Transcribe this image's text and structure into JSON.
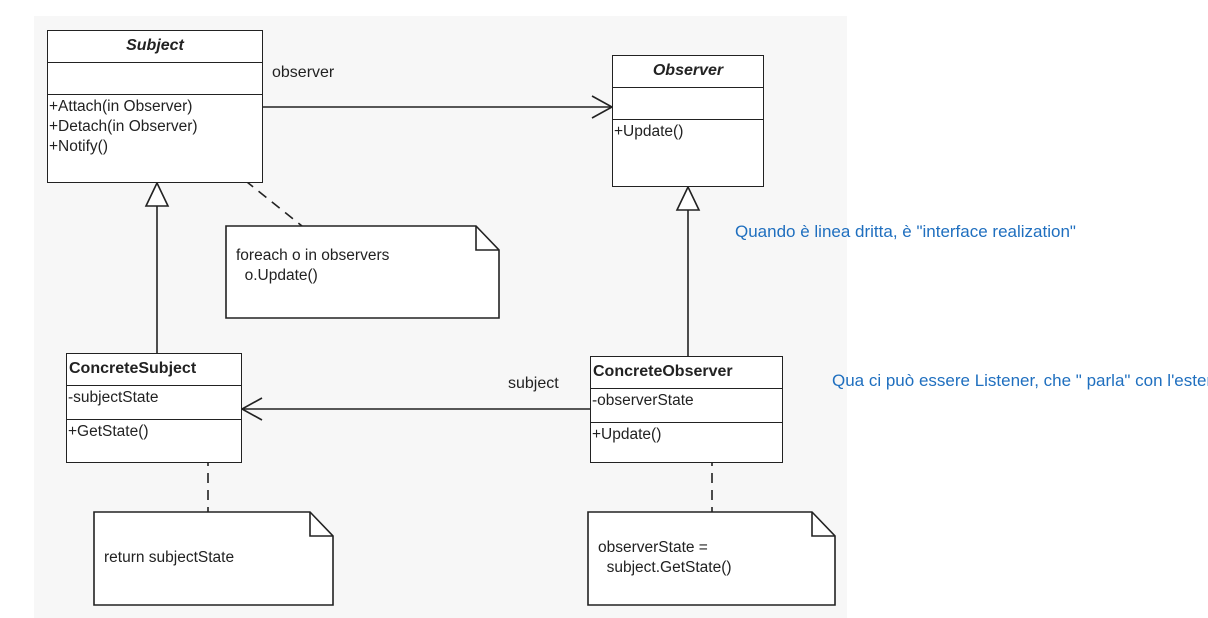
{
  "colors": {
    "line": "#222222",
    "annotation": "#1f6fbf",
    "canvas": "#f7f7f7",
    "box": "#ffffff"
  },
  "classes": {
    "subject": {
      "name": "Subject",
      "methods": [
        "+Attach(in Observer)",
        "+Detach(in Observer)",
        "+Notify()"
      ]
    },
    "observer": {
      "name": "Observer",
      "methods": [
        "+Update()"
      ]
    },
    "concrete_subject": {
      "name": "ConcreteSubject",
      "attributes": [
        "-subjectState"
      ],
      "methods": [
        "+GetState()"
      ]
    },
    "concrete_observer": {
      "name": "ConcreteObserver",
      "attributes": [
        "-observerState"
      ],
      "methods": [
        "+Update()"
      ]
    }
  },
  "associations": {
    "observer_label": "observer",
    "subject_label": "subject"
  },
  "notes": {
    "notify": [
      "foreach o in observers",
      "  o.Update()"
    ],
    "get_state": [
      "return subjectState"
    ],
    "update": [
      "observerState =",
      "  subject.GetState()"
    ]
  },
  "annotations": {
    "interface_realization": "Quando è linea dritta, è \"interface realization\"",
    "listener": [
      "Qua ci può essere Listener, che \"",
      "parla\" con l'esterno"
    ]
  }
}
